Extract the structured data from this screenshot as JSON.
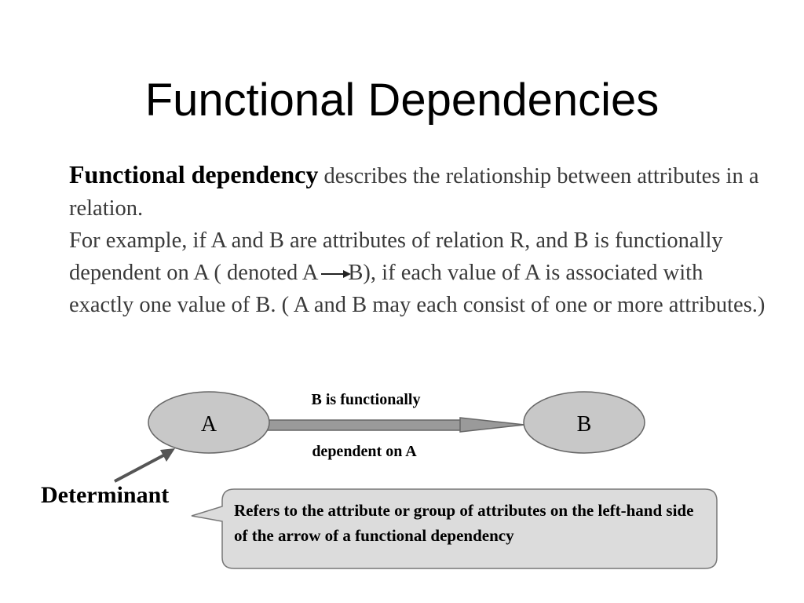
{
  "title": "Functional Dependencies",
  "body": {
    "term": "Functional dependency",
    "definition": " describes the relationship between attributes in a relation.",
    "example_before_arrow": "For example, if A and B are attributes of relation R, and B is functionally dependent on A ( denoted A",
    "example_after_arrow": "B), if each value of A is associated with exactly one value of B. ( A and B may each consist of one or more attributes.)"
  },
  "diagram": {
    "node_a": "A",
    "node_b": "B",
    "edge_label_top": "B is functionally",
    "edge_label_bottom": "dependent on A",
    "determinant_label": "Determinant",
    "callout_text": "Refers to the attribute or group of attributes on the left-hand side of the arrow of a functional dependency"
  },
  "colors": {
    "node_fill": "#c8c8c8",
    "arrow_fill": "#9a9a9a",
    "callout_fill": "#dcdcdc",
    "pointer_line": "#555555"
  }
}
